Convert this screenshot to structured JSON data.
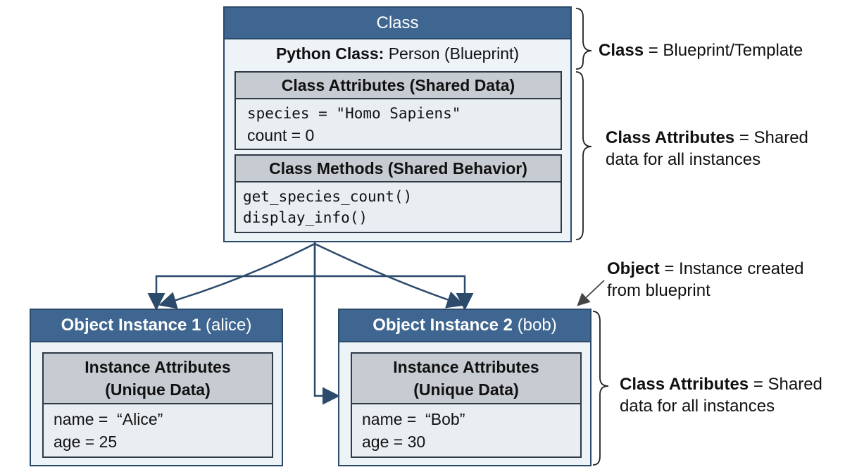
{
  "class_box": {
    "header": "Class",
    "python_label": "Python Class:",
    "python_value": "Person (Blueprint)",
    "attributes": {
      "title": "Class Attributes (Shared Data)",
      "line1": "species = \"Homo Sapiens\"",
      "line2": "count = 0"
    },
    "methods": {
      "title": "Class Methods (Shared Behavior)",
      "line1": "get_species_count()",
      "line2": "display_info()"
    }
  },
  "instance1": {
    "header_bold": "Object Instance 1",
    "header_rest": "(alice)",
    "attr_title_line1": "Instance Attributes",
    "attr_title_line2": "(Unique Data)",
    "line1": "name =  “Alice”",
    "line2": "age = 25"
  },
  "instance2": {
    "header_bold": "Object Instance 2",
    "header_rest": "(bob)",
    "attr_title_line1": "Instance Attributes",
    "attr_title_line2": "(Unique Data)",
    "line1": "name =  “Bob”",
    "line2": "age = 30"
  },
  "annotations": {
    "class_note": {
      "term": "Class",
      "rest": " = Blueprint/Template"
    },
    "class_attr_note": {
      "term": "Class Attributes",
      "rest_line1": " = Shared",
      "line2": "data for all instances"
    },
    "object_note": {
      "term": "Object",
      "rest_line1": " = Instance created",
      "line2": "from blueprint"
    },
    "instance_attr_note": {
      "term": "Class Attributes",
      "rest_line1": " = Shared",
      "line2": "data for all instances"
    }
  },
  "colors": {
    "header_blue": "#3f6690",
    "border_navy": "#2c4a6b",
    "box_fill": "#eef3f8",
    "subheader_gray": "#c7ccd2"
  }
}
